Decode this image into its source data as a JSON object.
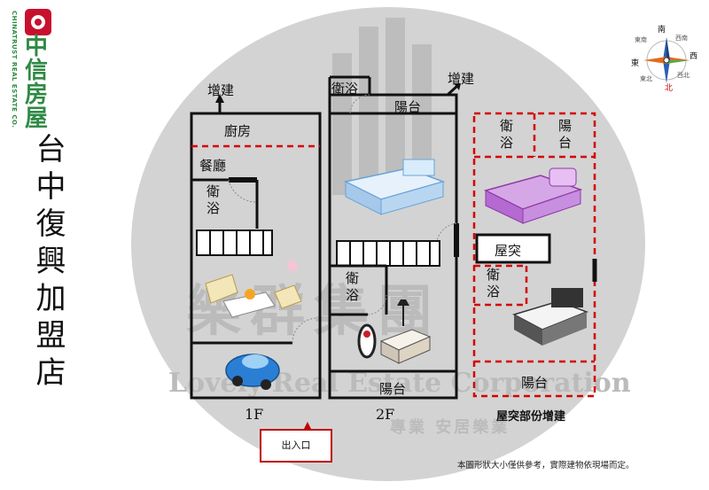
{
  "brand": {
    "name": "中信房屋",
    "english_name": "CHINATRUST REAL ESTATE CO.",
    "branch_title": "台中復興加盟店"
  },
  "watermark": {
    "company_zh": "樂群集團",
    "company_en": "Lovely Real Estate Corporation",
    "slogan": "專業 安居樂業"
  },
  "compass": {
    "north": "南",
    "east": "東",
    "south": "北",
    "west": "西",
    "ne": "西南",
    "nw": "東南",
    "se": "西北",
    "sw": "東北"
  },
  "floor1": {
    "label": "1F",
    "rooms": {
      "extension": "增建",
      "kitchen": "廚房",
      "dining": "餐廳",
      "bathroom": "衛浴"
    }
  },
  "floor2": {
    "label": "2F",
    "rooms": {
      "bathroom_top": "衛浴",
      "balcony_top": "陽台",
      "extension": "增建",
      "bathroom": "衛浴",
      "balcony_bottom": "陽台"
    }
  },
  "roof": {
    "rooms": {
      "bathroom_top": "衛浴",
      "balcony_top": "陽台",
      "roof_room": "屋突",
      "bathroom": "衛浴",
      "balcony_bottom": "陽台"
    },
    "caption": "屋突部份增建"
  },
  "entrance": "出入口",
  "disclaimer": "本圖形狀大小僅供參考，實際建物依現場而定。",
  "colors": {
    "wall": "#111111",
    "extension_line": "#d40000",
    "brand_green": "#2f8a45",
    "brand_red": "#c8102e"
  }
}
